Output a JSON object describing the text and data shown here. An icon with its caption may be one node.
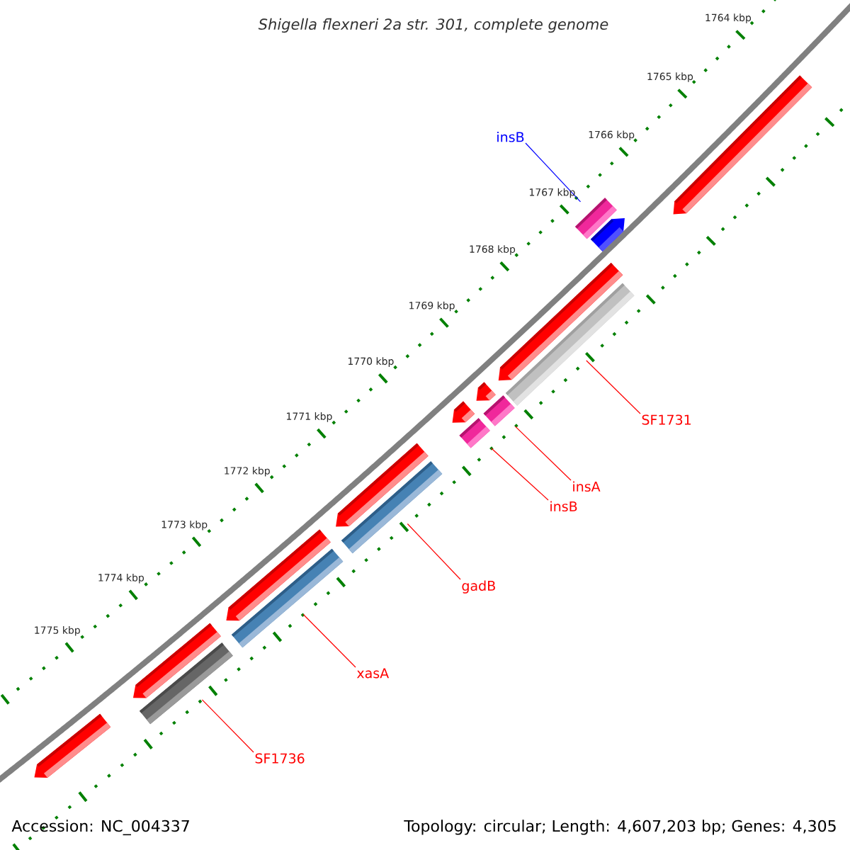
{
  "diagram": {
    "title": "Shigella flexneri 2a str. 301, complete genome",
    "nodes": [
      {
        "text": [
          "insB"
        ]
      },
      {
        "text": [
          "SF1731"
        ]
      },
      {
        "text": [
          "insA"
        ]
      },
      {
        "text": [
          "insB"
        ]
      },
      {
        "text": [
          "gadB"
        ]
      },
      {
        "text": [
          "xasA"
        ]
      },
      {
        "text": [
          "SF1736"
        ]
      },
      {
        "text": [],
        "shape": "bar"
      },
      {
        "text": [],
        "shape": "bar"
      },
      {
        "text": [],
        "shape": "bar"
      },
      {
        "text": [],
        "shape": "bar"
      },
      {
        "text": [],
        "shape": "bar"
      },
      {
        "text": [],
        "shape": "bar"
      },
      {
        "text": [],
        "shape": "bar"
      },
      {
        "text": [],
        "shape": "bar"
      },
      {
        "text": [],
        "shape": "bar"
      },
      {
        "text": [],
        "shape": "bar"
      },
      {
        "text": [],
        "shape": "bar"
      },
      {
        "text": [],
        "shape": "bar"
      },
      {
        "text": [],
        "shape": "bar"
      },
      {
        "text": [],
        "shape": "bar"
      },
      {
        "text": [],
        "shape": "bar"
      },
      {
        "text": [],
        "shape": "bar"
      }
    ],
    "edges": [
      {
        "from": 0,
        "to": 8,
        "arrow": "none",
        "color": "#0000ff"
      },
      {
        "from": 1,
        "to": 11,
        "arrow": "none"
      },
      {
        "from": 2,
        "to": 14,
        "arrow": "none"
      },
      {
        "from": 3,
        "to": 15,
        "arrow": "none"
      },
      {
        "from": 4,
        "to": 17,
        "arrow": "none"
      },
      {
        "from": 5,
        "to": 19,
        "arrow": "none"
      },
      {
        "from": 6,
        "to": 21,
        "arrow": "none"
      }
    ],
    "labels": [
      "1764 kbp",
      "1765 kbp",
      "1766 kbp",
      "1767 kbp",
      "1768 kbp",
      "1769 kbp",
      "1770 kbp",
      "1771 kbp",
      "1772 kbp",
      "1773 kbp",
      "1774 kbp",
      "1775 kbp",
      "Accession: NC_004337",
      "Topology: circular; Length: 4,607,203 bp; Genes: 4,305"
    ]
  }
}
